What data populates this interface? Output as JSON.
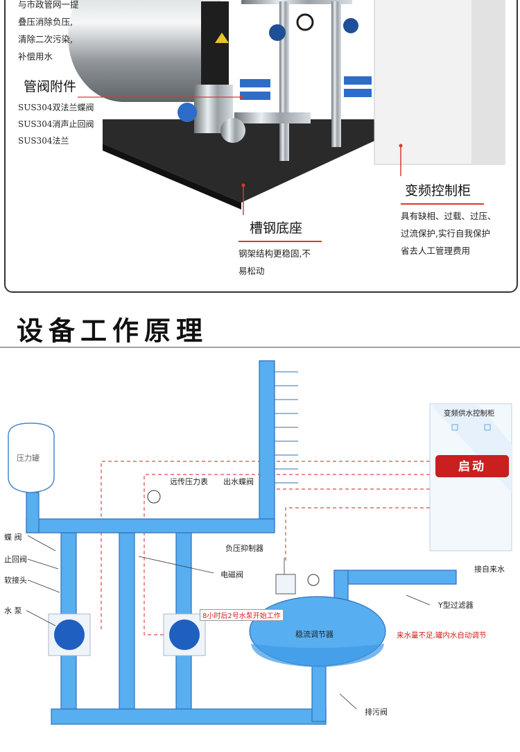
{
  "photo_section": {
    "top_caption_lines": [
      "与市政管网一提",
      "叠压消除负压,",
      "清除二次污染,",
      "补偿用水"
    ],
    "valve_accessories": {
      "title": "管阀附件",
      "lines": [
        "SUS304双法兰蝶阀",
        "SUS304消声止回阀",
        "SUS304法兰"
      ]
    },
    "control_cabinet": {
      "title": "变频控制柜",
      "lines": [
        "具有缺相、过载、过压、",
        "过流保护,实行自我保护",
        "省去人工管理费用"
      ]
    },
    "channel_base": {
      "title": "槽钢底座",
      "lines": [
        "钢架结构更稳固,不",
        "易松动"
      ]
    }
  },
  "section_heading": "设备工作原理",
  "diagram": {
    "pressure_tank": "压力罐",
    "remote_gauge": "远传压力表",
    "outlet_valve": "出水蝶阀",
    "butterfly_valve": "蝶 阀",
    "check_valve": "止回阀",
    "soft_joint": "软接头",
    "pump": "水 泵",
    "negative_pressure": "负压抑制器",
    "solenoid_valve": "电磁阀",
    "pump2_note": "8小时后2号水泵开始工作",
    "stabilizer": "稳流调节器",
    "drain_valve": "排污阀",
    "y_filter": "Y型过滤器",
    "inlet": "接自来水",
    "shortage_note": "来水量不足,罐内水自动调节",
    "cabinet_title": "变频供水控制柜",
    "start_button": "启动"
  },
  "colors": {
    "pipe": "#57aef0",
    "pipe_edge": "#2f6fbf",
    "accent_red": "#d21f1f",
    "cabinet_bg": "#f3f8fd"
  }
}
